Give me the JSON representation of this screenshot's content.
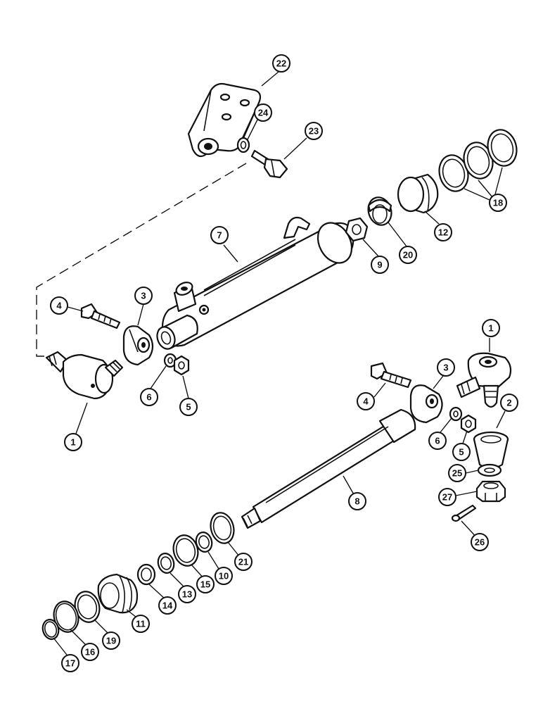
{
  "diagram": {
    "callouts": [
      {
        "id": "c22",
        "label": "22"
      },
      {
        "id": "c24",
        "label": "24"
      },
      {
        "id": "c23",
        "label": "23"
      },
      {
        "id": "c18",
        "label": "18"
      },
      {
        "id": "c12",
        "label": "12"
      },
      {
        "id": "c20",
        "label": "20"
      },
      {
        "id": "c9",
        "label": "9"
      },
      {
        "id": "c7",
        "label": "7"
      },
      {
        "id": "c3a",
        "label": "3"
      },
      {
        "id": "c4a",
        "label": "4"
      },
      {
        "id": "c6a",
        "label": "6"
      },
      {
        "id": "c5a",
        "label": "5"
      },
      {
        "id": "c1a",
        "label": "1"
      },
      {
        "id": "c1b",
        "label": "1"
      },
      {
        "id": "c3b",
        "label": "3"
      },
      {
        "id": "c4b",
        "label": "4"
      },
      {
        "id": "c2",
        "label": "2"
      },
      {
        "id": "c6b",
        "label": "6"
      },
      {
        "id": "c5b",
        "label": "5"
      },
      {
        "id": "c25",
        "label": "25"
      },
      {
        "id": "c27",
        "label": "27"
      },
      {
        "id": "c26",
        "label": "26"
      },
      {
        "id": "c8",
        "label": "8"
      },
      {
        "id": "c21",
        "label": "21"
      },
      {
        "id": "c10",
        "label": "10"
      },
      {
        "id": "c15",
        "label": "15"
      },
      {
        "id": "c13",
        "label": "13"
      },
      {
        "id": "c14",
        "label": "14"
      },
      {
        "id": "c11",
        "label": "11"
      },
      {
        "id": "c19",
        "label": "19"
      },
      {
        "id": "c16",
        "label": "16"
      },
      {
        "id": "c17",
        "label": "17"
      }
    ]
  }
}
